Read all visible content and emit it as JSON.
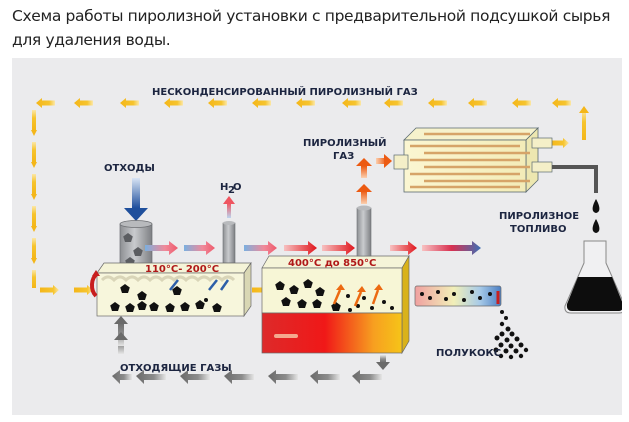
{
  "caption": "Схема работы пиролизной установки с предварительной подсушкой сырья для удаления воды.",
  "labels": {
    "uncondensed_gas": "НЕСКОНДЕНСИРОВАННЫЙ ПИРОЛИЗНЫЙ ГАЗ",
    "waste": "ОТХОДЫ",
    "water_h": "H",
    "water_sub": "2",
    "water_o": "O",
    "pyrolysis_gas_line1": "ПИРОЛИЗНЫЙ",
    "pyrolysis_gas_line2": "ГАЗ",
    "pyrolysis_fuel_line1": "ПИРОЛИЗНОЕ",
    "pyrolysis_fuel_line2": "ТОПЛИВО",
    "dryer_temp": "110°С- 200°С",
    "reactor_temp": "400°С до 850°С",
    "semicoke": "ПОЛУКОКС",
    "exhaust_gases": "ОТХОДЯЩИЕ ГАЗЫ"
  },
  "colors": {
    "background": "#ebebed",
    "label": "#1c2540",
    "temperature": "#b01818",
    "gas_arrow": "#f2b81c",
    "exhaust_arrow": "#7a7a7a",
    "waste_arrow": "#2d5fa8",
    "hot_arrow": "#e8401c",
    "fuel": "#111111"
  }
}
